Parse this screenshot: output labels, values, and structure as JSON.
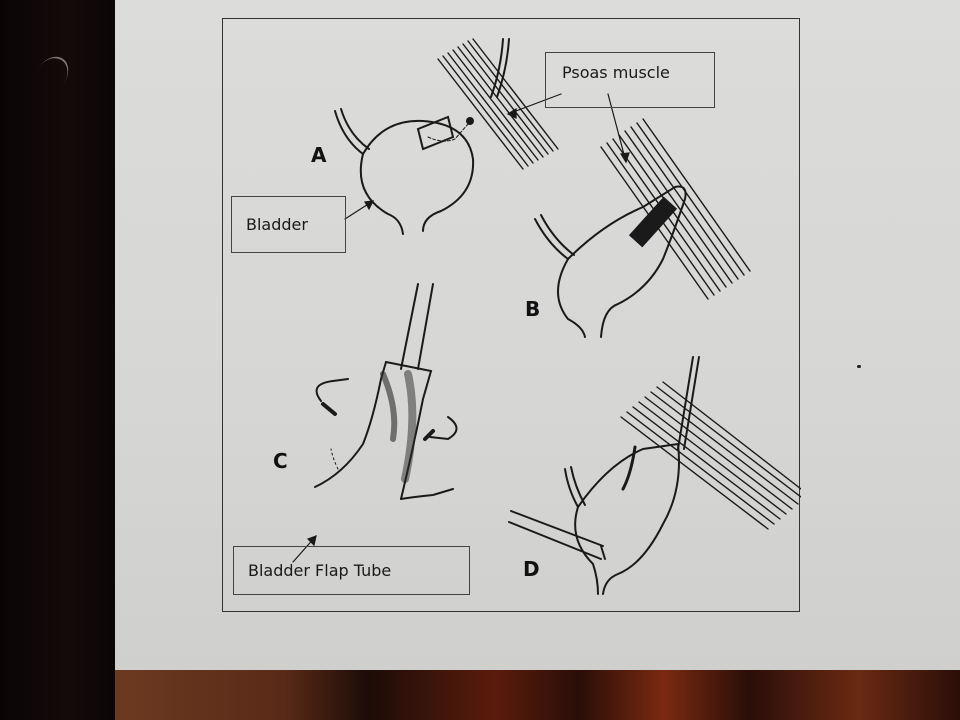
{
  "slide": {
    "type": "surgical illustration",
    "panels": [
      {
        "letter": "A"
      },
      {
        "letter": "B"
      },
      {
        "letter": "C"
      },
      {
        "letter": "D"
      }
    ],
    "labels": {
      "psoas": "Psoas muscle",
      "bladder": "Bladder",
      "flap_tube": "Bladder Flap Tube"
    }
  },
  "colors": {
    "screen_bg": "#d8d8d6",
    "line": "#1a1a1a",
    "surround_dark": "#0d0707",
    "bottom_glow": "#6b2a12"
  }
}
